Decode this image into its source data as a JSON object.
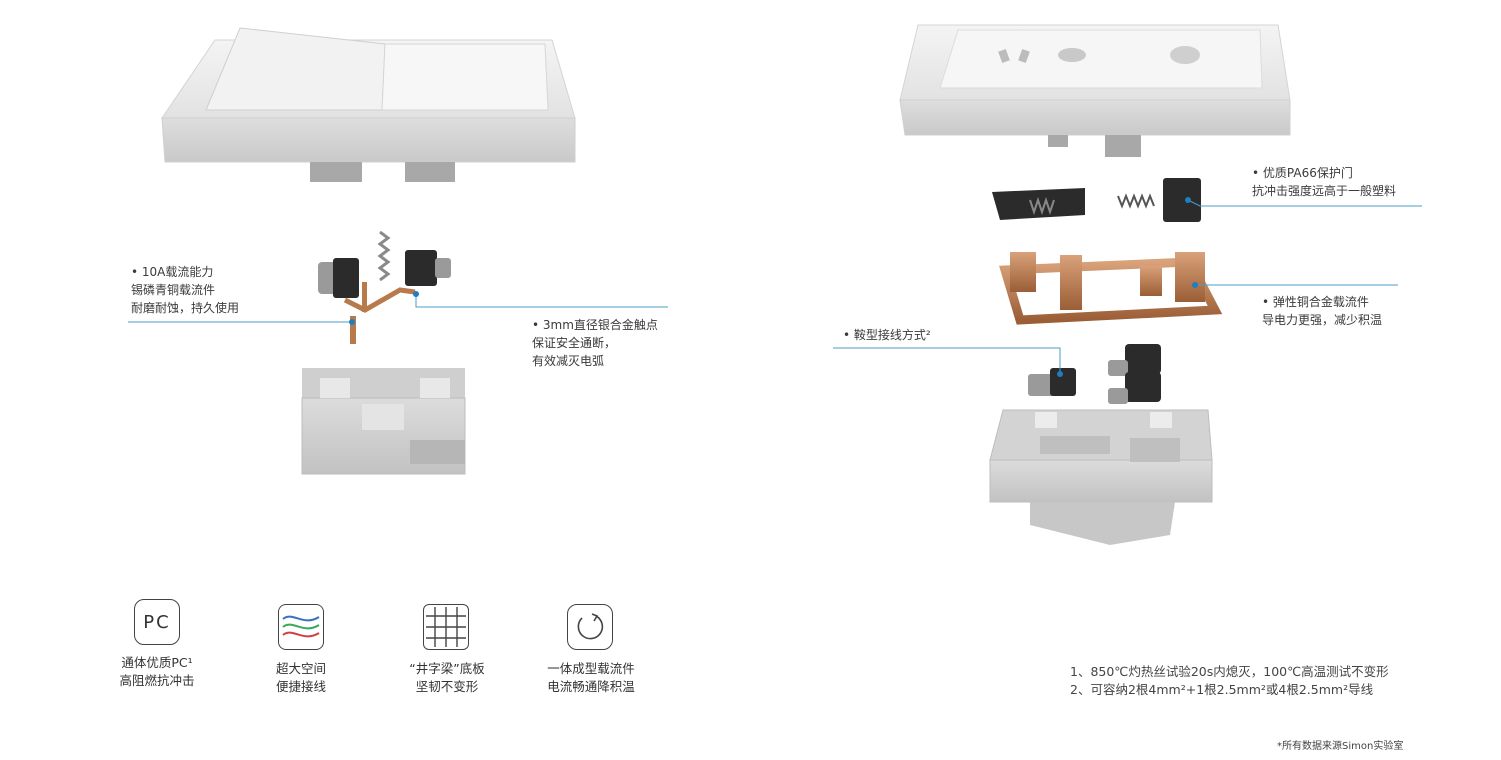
{
  "switch_callouts": {
    "left": {
      "line1": "• 10A载流能力",
      "line2": "锡磷青铜载流件",
      "line3": "耐磨耐蚀，持久使用"
    },
    "right": {
      "line1": "• 3mm直径银合金触点",
      "line2": "保证安全通断，",
      "line3": "有效减灭电弧"
    }
  },
  "socket_callouts": {
    "door": {
      "line1": "• 优质PA66保护门",
      "line2": "抗冲击强度远高于一般塑料"
    },
    "copper": {
      "line1": "• 弹性铜合金载流件",
      "line2": "导电力更强，减少积温"
    },
    "saddle": {
      "line1": "• 鞍型接线方式²"
    }
  },
  "features": [
    {
      "icon": "pc-icon",
      "icon_text": "PC",
      "line1": "通体优质PC¹",
      "line2": "高阻燃抗冲击"
    },
    {
      "icon": "wires-icon",
      "line1": "超大空间",
      "line2": "便捷接线"
    },
    {
      "icon": "grid-icon",
      "line1": "“井字梁”底板",
      "line2": "坚韧不变形"
    },
    {
      "icon": "circular-arrow-icon",
      "line1": "一体成型载流件",
      "line2": "电流畅通降积温"
    }
  ],
  "footnotes": {
    "note1": "1、850℃灼热丝试验20s内熄灭，100℃高温测试不变形",
    "note2": "2、可容纳2根4mm²+1根2.5mm²或4根2.5mm²导线"
  },
  "source_note": "*所有数据来源Simon实验室",
  "colors": {
    "callout_line": "#4a9cc7",
    "dot": "#1e7fc0",
    "panel": "#e9e9e9",
    "copper": "#b87a4b",
    "dark_part": "#2b2b2b"
  }
}
